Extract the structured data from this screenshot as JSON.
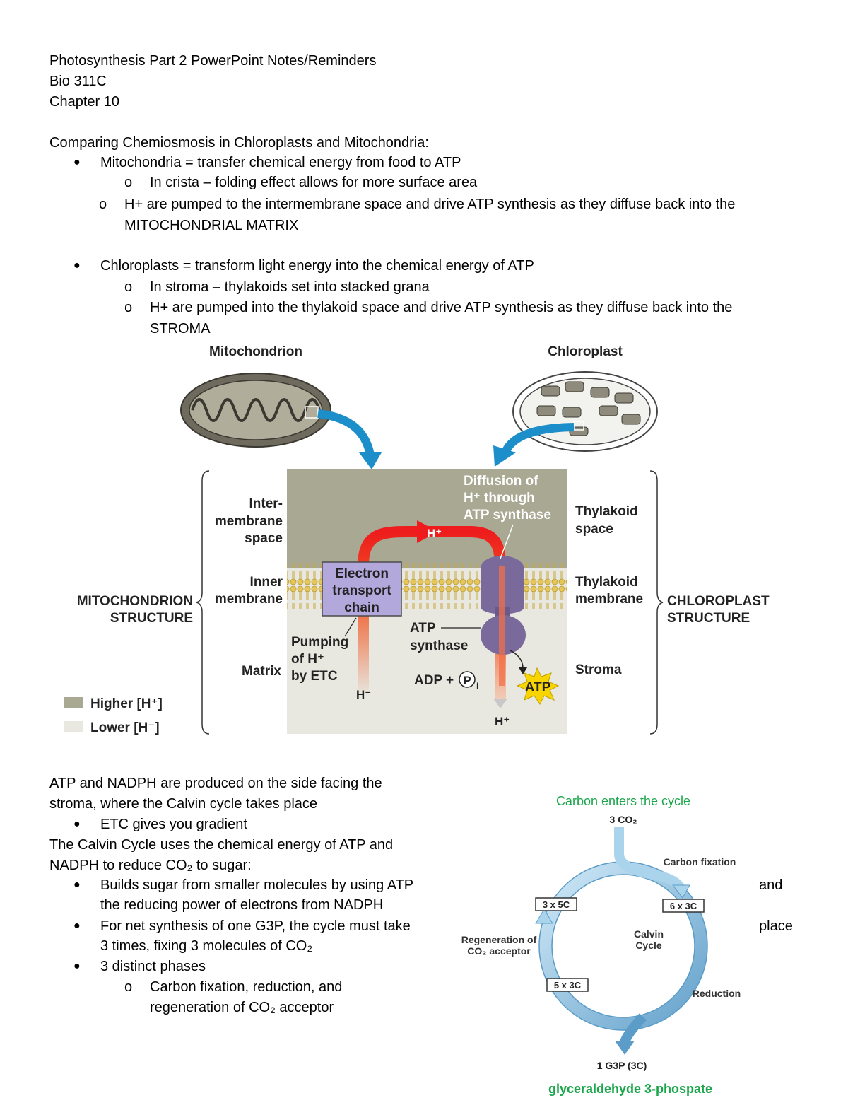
{
  "header": {
    "title": "Photosynthesis Part 2 PowerPoint Notes/Reminders",
    "course": "Bio 311C",
    "chapter": "Chapter 10"
  },
  "section1": {
    "heading": "Comparing Chemiosmosis in Chloroplasts and Mitochondria:",
    "mito_bullet": "Mitochondria = transfer chemical energy from food to ATP",
    "mito_sub1": "In crista – folding effect allows for more surface area",
    "mito_sub2_line1": "H+ are pumped to the intermembrane space and drive ATP synthesis as they diffuse back into the",
    "mito_sub2_line2": "MITOCHONDRIAL MATRIX",
    "chloro_bullet": "Chloroplasts = transform light energy into the chemical energy of ATP",
    "chloro_sub1": "In stroma – thylakoids set into stacked grana",
    "chloro_sub2_line1": "H+ are pumped into the thylakoid space and drive ATP synthesis as they diffuse back into the",
    "chloro_sub2_line2": "STROMA"
  },
  "figure1": {
    "mitochondrion_title": "Mitochondrion",
    "chloroplast_title": "Chloroplast",
    "intermembrane_l1": "Inter-",
    "intermembrane_l2": "membrane",
    "intermembrane_l3": "space",
    "inner_l1": "Inner",
    "inner_l2": "membrane",
    "matrix": "Matrix",
    "mito_structure_l1": "MITOCHONDRION",
    "mito_structure_l2": "STRUCTURE",
    "thylakoid_space_l1": "Thylakoid",
    "thylakoid_space_l2": "space",
    "thylakoid_membrane_l1": "Thylakoid",
    "thylakoid_membrane_l2": "membrane",
    "stroma": "Stroma",
    "chloro_structure_l1": "CHLOROPLAST",
    "chloro_structure_l2": "STRUCTURE",
    "diffusion_l1": "Diffusion of",
    "diffusion_l2": "H⁺ through",
    "diffusion_l3": "ATP synthase",
    "h_plus_top": "H⁺",
    "etc_l1": "Electron",
    "etc_l2": "transport",
    "etc_l3": "chain",
    "pumping_l1": "Pumping",
    "pumping_l2": "of H⁺",
    "pumping_l3": "by ETC",
    "h_minus_bottom": "H⁻",
    "atp_synthase_l1": "ATP",
    "atp_synthase_l2": "synthase",
    "adp_pi": "ADP +",
    "p_label": "P",
    "i_label": "i",
    "atp_burst": "ATP",
    "h_plus_bottom": "H⁺",
    "legend_higher": "Higher [H⁺]",
    "legend_lower": "Lower [H⁻]",
    "colors": {
      "higher": "#a8a893",
      "lower": "#e8e8e0",
      "etc_box": "#b3a8dc",
      "synthase": "#7a6a9c",
      "membrane": "#e6c65a",
      "arrow": "#f05a28",
      "atp_star": "#f8d400",
      "blue_arrow": "#1c8ec9"
    }
  },
  "section2": {
    "p1_line1": "ATP and NADPH are produced on the side facing the",
    "p1_line2": "stroma, where the Calvin cycle takes place",
    "b1": "ETC gives you gradient",
    "p2_line1": "The Calvin Cycle uses the chemical energy of ATP and",
    "p2_line2": "NADPH to reduce CO₂ to sugar:",
    "b2_line1": "Builds sugar from smaller molecules by using ATP",
    "b2_line2": "the reducing power of electrons from NADPH",
    "b2_tail": "and",
    "b3_line1": "For net synthesis of one G3P, the cycle must take",
    "b3_line2": "3 times, fixing 3 molecules of CO₂",
    "b3_tail": "place",
    "b4": "3 distinct phases",
    "b4_sub_line1": "Carbon fixation, reduction, and",
    "b4_sub_line2": "regeneration of CO₂ acceptor"
  },
  "figure2": {
    "carbon_enters": "Carbon enters the cycle",
    "co2_in": "3 CO₂",
    "carbon_fixation": "Carbon fixation",
    "box_3x5c": "3 x 5C",
    "box_6x3c": "6 x 3C",
    "box_5x3c": "5 x 3C",
    "calvin_l1": "Calvin",
    "calvin_l2": "Cycle",
    "regen_l1": "Regeneration of",
    "regen_l2": "CO₂ acceptor",
    "reduction": "Reduction",
    "g3p": "1 G3P (3C)",
    "g3p_name": "glyceraldehyde 3-phospate",
    "colors": {
      "green_text": "#1aa64a",
      "arrow_fill": "#a9d4ec",
      "arrow_dark": "#5b9cc8"
    }
  }
}
